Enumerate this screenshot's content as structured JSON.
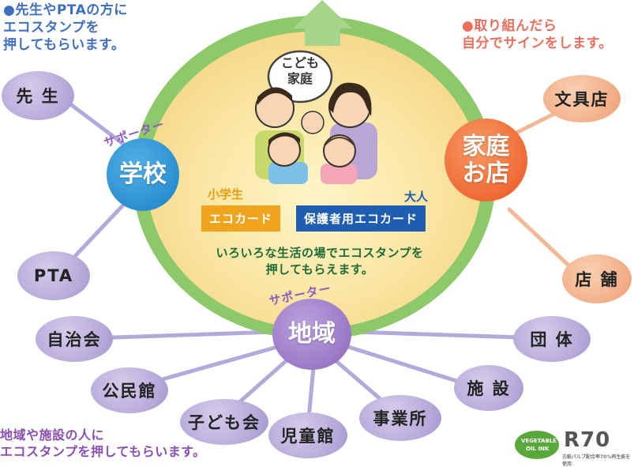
{
  "notes": {
    "top_left": "●先生やPTAの方に\nエコスタンプを\n押してもらいます。",
    "top_right": "●取り組んだら\n自分でサインをします。",
    "bottom_left": "地域や施設の人に\nエコスタンプを押してもらいます。"
  },
  "center": {
    "speech": "こども\n家庭",
    "child_label": "小学生",
    "child_card": "エコカード",
    "adult_label": "大人",
    "adult_card": "保護者用エコカード",
    "caption": "いろいろな生活の場でエコスタンプを\n押してもらえます。"
  },
  "hubs": {
    "school": "学校",
    "home_store": "家庭\nお店",
    "region": "地域",
    "school_supporter": "サポーター",
    "region_supporter": "サポーター"
  },
  "nodes": {
    "teacher": "先 生",
    "pta": "PTA",
    "stationery": "文具店",
    "shops": "店 舗",
    "jichikai": "自治会",
    "kominkan": "公民館",
    "kodomokai": "子ども会",
    "jidokan": "児童館",
    "jigyosho": "事業所",
    "shisetsu": "施 設",
    "dantai": "団 体"
  },
  "logos": {
    "veg_ink_1": "VEGETABLE",
    "veg_ink_2": "OIL INK",
    "r70": "R70",
    "r70_note": "古紙パルプ配合率70%再生紙を使用"
  },
  "colors": {
    "ring": "#8dc86a",
    "school_hub": "#2d8fd0",
    "home_hub": "#ef6a35",
    "region_hub": "#9b78c6",
    "child_card": "#f0a31c",
    "adult_card": "#1f5db0"
  }
}
